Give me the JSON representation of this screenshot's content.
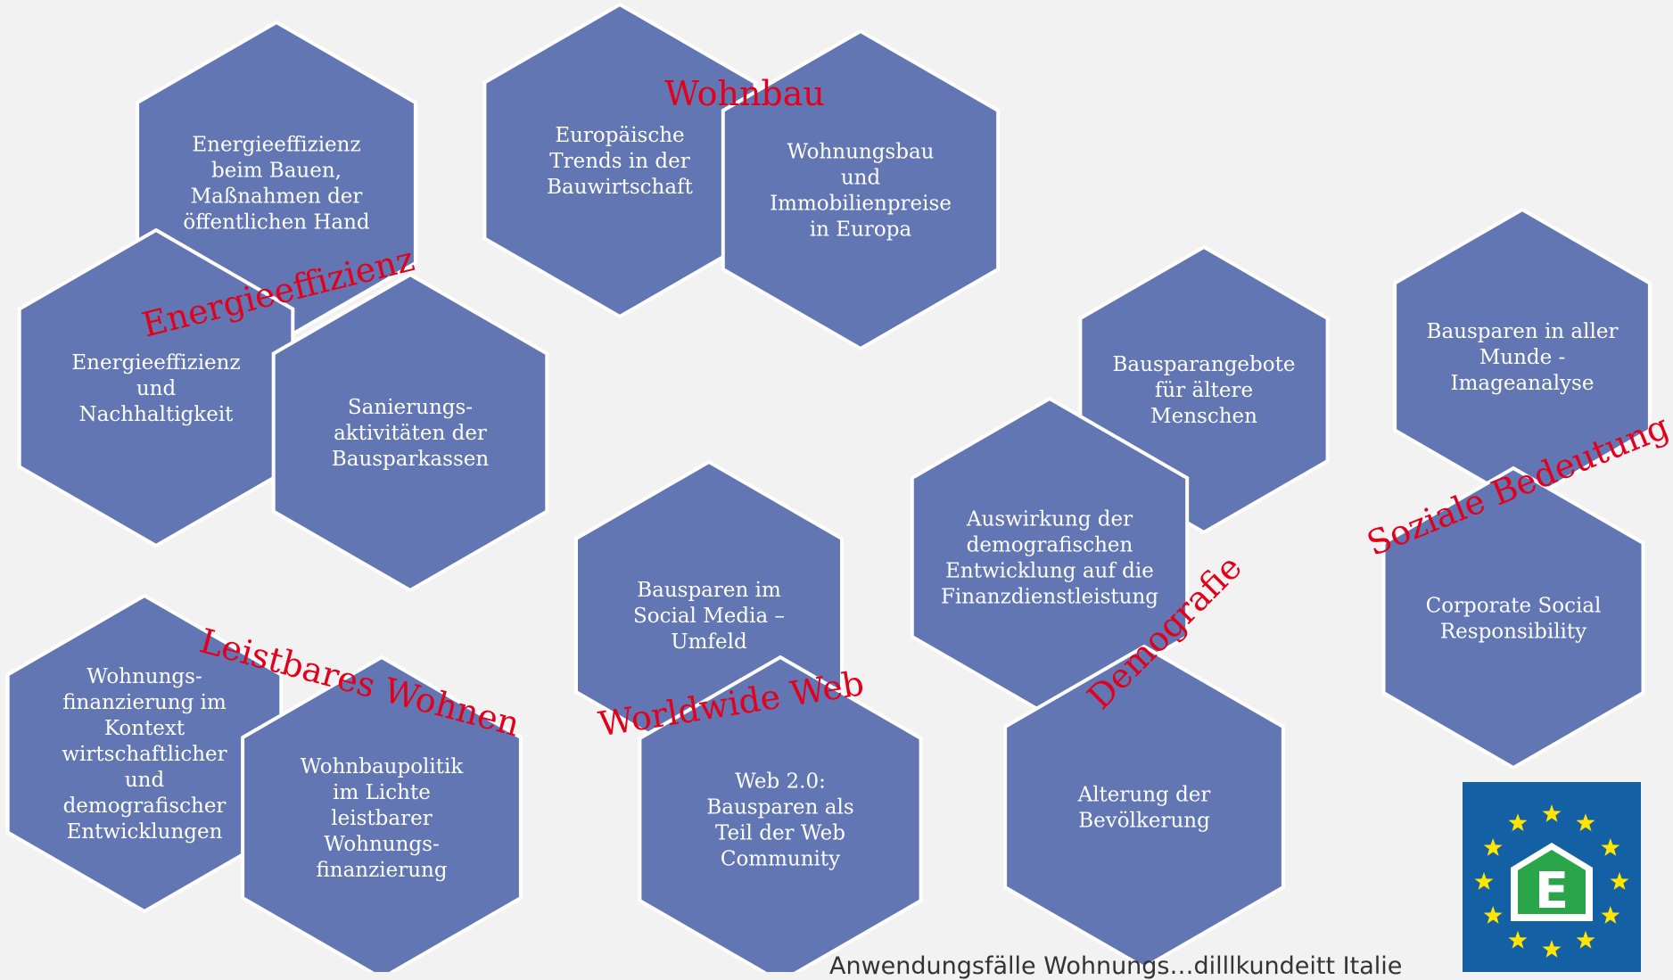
{
  "colors": {
    "background": "#f2f2f2",
    "hexagon_fill": "#6276b3",
    "hexagon_text": "#ffffff",
    "category_label": "#e3001b",
    "logo_blue": "#1460a4",
    "logo_star": "#ffe500",
    "logo_house": "#2aa54a"
  },
  "categories": [
    {
      "id": "wohnbau",
      "label": "Wohnbau"
    },
    {
      "id": "energieeffizienz",
      "label": "Energieeffizienz"
    },
    {
      "id": "leistbares-wohnen",
      "label": "Leistbares Wohnen"
    },
    {
      "id": "worldwide-web",
      "label": "Worldwide Web"
    },
    {
      "id": "demografie",
      "label": "Demografie"
    },
    {
      "id": "soziale-bedeutung",
      "label": "Soziale Bedeutung"
    }
  ],
  "hexagons": [
    {
      "id": "energieeffizienz-bauen",
      "lines": [
        "Energieeffizienz",
        "beim Bauen,",
        "Maßnahmen der",
        "öffentlichen Hand"
      ]
    },
    {
      "id": "europaeische-trends",
      "lines": [
        "Europäische",
        "Trends in der",
        "Bauwirtschaft"
      ]
    },
    {
      "id": "wohnungsbau-immobilienpreise",
      "lines": [
        "Wohnungsbau",
        "und",
        "Immobilienpreise",
        "in Europa"
      ]
    },
    {
      "id": "energieeffizienz-nachhaltigkeit",
      "lines": [
        "Energieeffizienz",
        "und",
        "Nachhaltigkeit"
      ]
    },
    {
      "id": "sanierungsaktivitaeten",
      "lines": [
        "Sanierungs-",
        "aktivitäten der",
        "Bausparkassen"
      ]
    },
    {
      "id": "bausparangebote-aeltere",
      "lines": [
        "Bausparangebote",
        "für ältere",
        "Menschen"
      ]
    },
    {
      "id": "bausparen-aller-munde",
      "lines": [
        "Bausparen in aller",
        "Munde  -",
        "Imageanalyse"
      ]
    },
    {
      "id": "auswirkung-demografisch",
      "lines": [
        "Auswirkung der",
        "demografischen",
        "Entwicklung auf die",
        "Finanzdienstleistung"
      ]
    },
    {
      "id": "bausparen-social-media",
      "lines": [
        "Bausparen im",
        "Social Media –",
        "Umfeld"
      ]
    },
    {
      "id": "corporate-social-responsibility",
      "lines": [
        "Corporate Social",
        "Responsibility"
      ]
    },
    {
      "id": "wohnungsfinanzierung-kontext",
      "lines": [
        "Wohnungs-",
        "finanzierung im",
        "Kontext",
        "wirtschaftlicher",
        "und",
        "demografischer",
        "Entwicklungen"
      ]
    },
    {
      "id": "wohnbaupolitik",
      "lines": [
        "Wohnbaupolitik",
        "im Lichte",
        "leistbarer",
        "Wohnungs-",
        "finanzierung"
      ]
    },
    {
      "id": "web-2-0",
      "lines": [
        "Web 2.0:",
        "Bausparen als",
        "Teil der Web",
        "Community"
      ]
    },
    {
      "id": "alterung-bevoelkerung",
      "lines": [
        "Alterung der",
        "Bevölkerung"
      ]
    }
  ],
  "footer_text": "Anwendungsfälle Wohnungs…dilllkundeitt  Italie",
  "logo": {
    "letter": "E",
    "icon": "euro-house-logo-icon"
  }
}
